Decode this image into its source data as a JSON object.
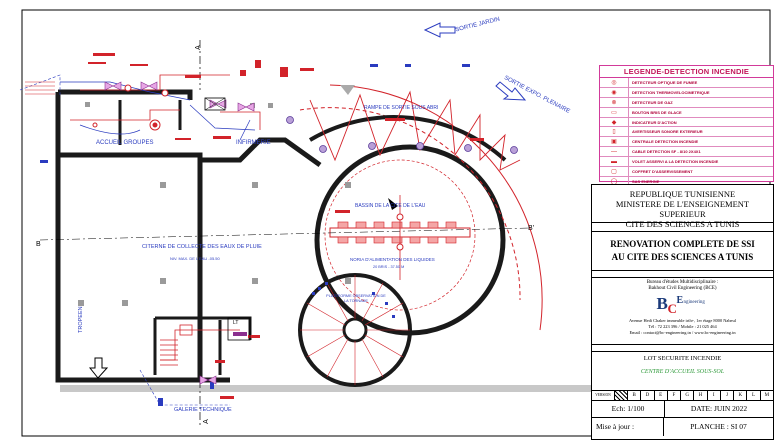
{
  "labels": {
    "sortie_jardin": "SORTIE JARDIN",
    "sortie_expo": "SORTIE EXPO. PLENAIRE",
    "accueil": "ACCUEIL GROUPES",
    "infirmerie": "INFIRMERIE",
    "rampe": "RAMPE DE SORTIE SOUS ABRI",
    "bassin": "BASSIN DE LA CITE DE L'EAU",
    "citerne": "CITERNE DE COLLECTE DES EAUX DE PLUIE",
    "citerne_niv": "NIV. MAX. DE L'EAU -05.50",
    "noria": "NORIA D'ALIMENTATION DES LIQUIDES",
    "noria_niv": "20 BRIS - 37.50 M",
    "plateforme": "PLATEFORME OBSERVATION DE LA TORNADE",
    "tropeen": "TROPEEN",
    "galerie": "GALERIE TECHNIQUE",
    "section_a_top": "A",
    "section_a_bot": "A",
    "section_b_left": "B",
    "section_b_right": "B'",
    "lt": "LT"
  },
  "legend": {
    "title": "LEGENDE-DETECTION INCENDIE",
    "items": [
      {
        "sym": "◎",
        "label": "DETECTEUR OPTIQUE DE FUMEE"
      },
      {
        "sym": "◉",
        "label": "DETECTION THERMOVELOCIMETRIQUE"
      },
      {
        "sym": "⊗",
        "label": "DETECTEUR DE GAZ"
      },
      {
        "sym": "▭",
        "label": "BOUTON BRIS DE GLACE"
      },
      {
        "sym": "◆",
        "label": "INDICATEUR D'ACTION"
      },
      {
        "sym": "▯",
        "label": "AVERTISSEUR SONORE EXTERIEUR"
      },
      {
        "sym": "▣",
        "label": "CENTRALE DETECTION INCENDIE"
      },
      {
        "sym": "—",
        "label": "CABLE DETECTION SF - 8/10 2X4X1"
      },
      {
        "sym": "▬",
        "label": "VOLET ASSERVI A LA DETECTION INCENDIE"
      },
      {
        "sym": "▢",
        "label": "COFFRET D'ASSERVISSEMENT"
      },
      {
        "sym": "◯",
        "label": "SAS ENERGIE"
      }
    ]
  },
  "title_block": {
    "republique": "REPUBLIQUE TUNISIENNE",
    "ministere": "MINISTERE DE L'ENSEIGNEMENT SUPERIEUR",
    "cite": "CITE DES SCIENCES A TUNIS",
    "projet_1": "RENOVATION COMPLETE DE SSI",
    "projet_2": "AU CITE DES SCIENCES A TUNIS",
    "bureau_1": "Bureau d'études Multidisciplinaire :",
    "bureau_2": "Bakhout Civil Engineering (BCE)",
    "logo_b": "B",
    "logo_c": "C",
    "logo_e": "E",
    "logo_text": "ngineering",
    "adresse": "Avenue Hedi Chaker immeuble irth+, 1er étage 8000 Nabeul",
    "tel": "Tél : 72 223 396  /  Mobile : 21 025 464",
    "email": "Email : contact@bc-engineering.tn  /  www.bc-engineering.tn",
    "lot": "LOT SECURITE INCENDIE",
    "zone": "CENTRE D'ACCUEIL SOUS-SOL",
    "version_label": "VERSION",
    "versions": [
      "B",
      "D",
      "E",
      "F",
      "G",
      "H",
      "I",
      "J",
      "K",
      "L",
      "M"
    ],
    "echelle": "Ech: 1/100",
    "date": "DATE: JUIN 2022",
    "mise_a_jour": "Mise à jour :",
    "planche": "PLANCHE : SI 07"
  }
}
